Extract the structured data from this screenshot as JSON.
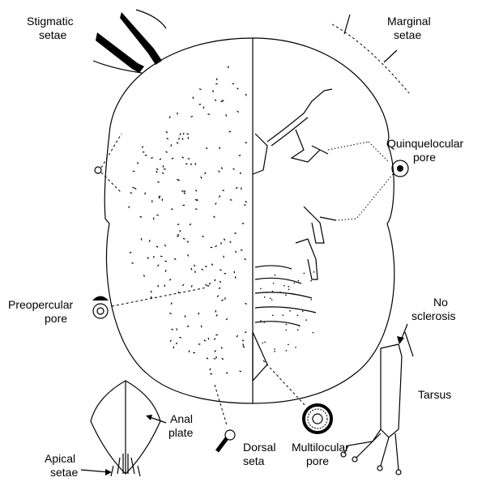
{
  "labels": {
    "stigmatic_setae": [
      "Stigmatic",
      "setae"
    ],
    "marginal_setae": [
      "Marginal",
      "setae"
    ],
    "quinquelocular_pore": [
      "Quinquelocular",
      "pore"
    ],
    "preopercular_pore": [
      "Preopercular",
      "pore"
    ],
    "no_sclerosis": [
      "No",
      "sclerosis"
    ],
    "tarsus": "Tarsus",
    "anal_plate": [
      "Anal",
      "plate"
    ],
    "apical_setae": [
      "Apical",
      "setae"
    ],
    "dorsal_seta": [
      "Dorsal",
      "seta"
    ],
    "multilocular_pore": [
      "Multilocular",
      "pore"
    ]
  }
}
